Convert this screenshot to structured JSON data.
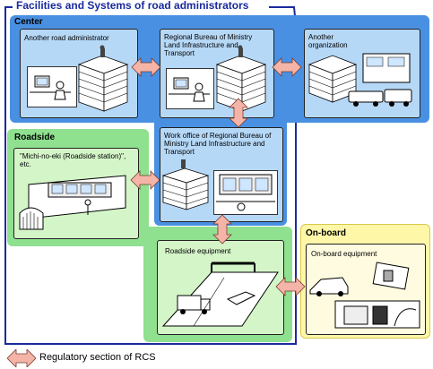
{
  "title": "Facilities and Systems of road administrators",
  "zones": {
    "center": "Center",
    "roadside": "Roadside",
    "onboard": "On-board"
  },
  "panels": {
    "another_road_admin": "Another road administrator",
    "regional_bureau": "Regional Bureau of Ministry Land Infrastructure and Transport",
    "another_org": "Another organization",
    "work_office": "Work office of Regional Bureau of Ministry Land Infrastructure and Transport",
    "michi_no_eki": "\"Michi-no-eki (Roadside station)\", etc.",
    "roadside_equipment": "Roadside equipment",
    "onboard_equipment": "On-board equipment"
  },
  "legend": {
    "label": "Regulatory section of RCS"
  },
  "colors": {
    "center_fill": "#4a90e2",
    "roadside_fill": "#8fe08f",
    "onboard_fill": "#fff7a8",
    "panel_fill_blue": "#b6d8f7",
    "panel_fill_green": "#d4f5c8",
    "panel_fill_yellow": "#fffbe0",
    "arrow_fill": "#f4b5a8",
    "boundary_line": "#1a2a9c"
  }
}
